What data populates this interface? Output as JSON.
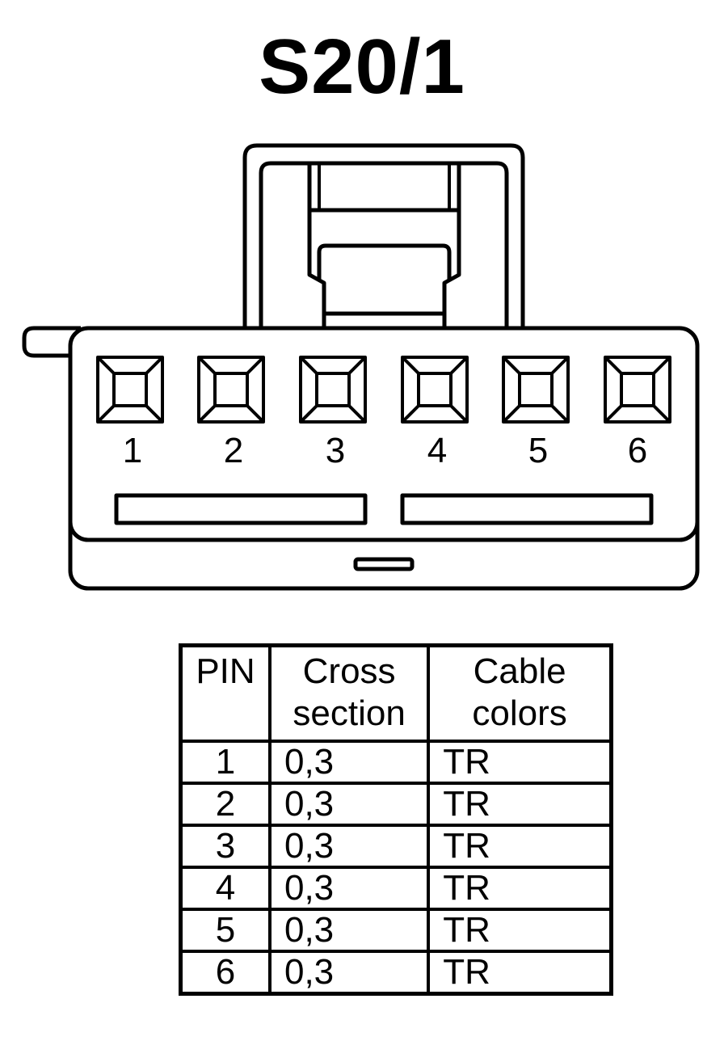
{
  "title": "S20/1",
  "pin_labels": [
    "1",
    "2",
    "3",
    "4",
    "5",
    "6"
  ],
  "table": {
    "headers": {
      "pin": "PIN",
      "cross_line1": "Cross",
      "cross_line2": "section",
      "color_line1": "Cable",
      "color_line2": "colors"
    },
    "rows": [
      {
        "pin": "1",
        "cross": "0,3",
        "color": "TR"
      },
      {
        "pin": "2",
        "cross": "0,3",
        "color": "TR"
      },
      {
        "pin": "3",
        "cross": "0,3",
        "color": "TR"
      },
      {
        "pin": "4",
        "cross": "0,3",
        "color": "TR"
      },
      {
        "pin": "5",
        "cross": "0,3",
        "color": "TR"
      },
      {
        "pin": "6",
        "cross": "0,3",
        "color": "TR"
      }
    ]
  },
  "colors": {
    "line": "#000000",
    "background": "#ffffff"
  }
}
